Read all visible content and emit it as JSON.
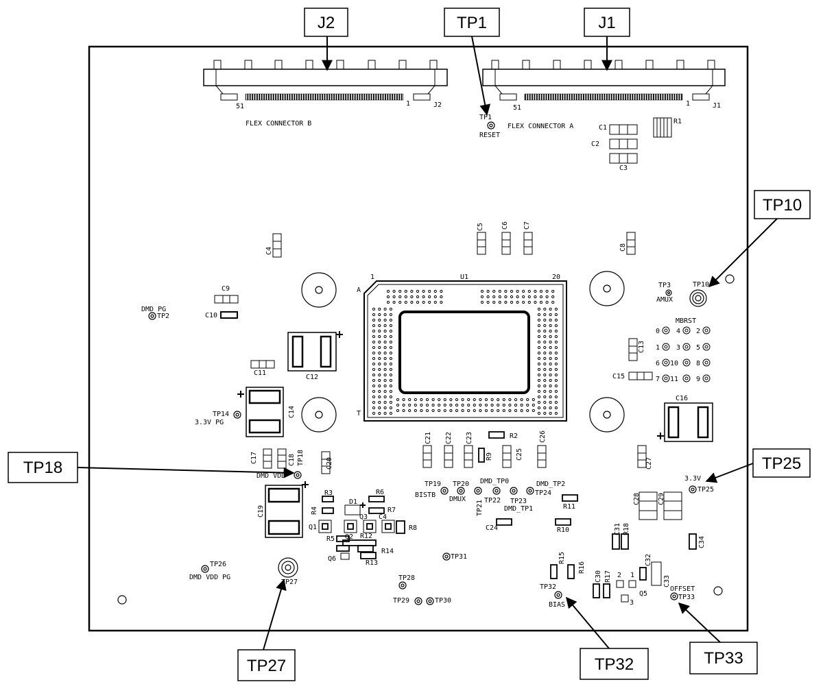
{
  "callouts": {
    "j2": "J2",
    "tp1": "TP1",
    "j1": "J1",
    "tp10": "TP10",
    "tp18": "TP18",
    "tp25": "TP25",
    "tp27": "TP27",
    "tp32": "TP32",
    "tp33": "TP33"
  },
  "connectors": {
    "flex_b": "FLEX CONNECTOR B",
    "flex_a": "FLEX CONNECTOR A",
    "b_pin_high": "51",
    "b_pin_low": "1",
    "b_ref": "J2",
    "a_pin_high": "51",
    "a_pin_low": "1",
    "a_ref": "J1"
  },
  "dmd": {
    "ref": "U1",
    "pin1": "1",
    "pin20": "20",
    "row_a": "A",
    "row_t": "T"
  },
  "mbrst": {
    "title": "MBRST",
    "labels": [
      "0",
      "4",
      "2",
      "1",
      "3",
      "5",
      "6",
      "10",
      "8",
      "7",
      "11",
      "9"
    ]
  },
  "silkscreen": [
    {
      "id": "tp1",
      "text": "TP1"
    },
    {
      "id": "reset",
      "text": "RESET"
    },
    {
      "id": "c1",
      "text": "C1"
    },
    {
      "id": "c2",
      "text": "C2"
    },
    {
      "id": "c3",
      "text": "C3"
    },
    {
      "id": "r1",
      "text": "R1"
    },
    {
      "id": "c4",
      "text": "C4"
    },
    {
      "id": "c5",
      "text": "C5"
    },
    {
      "id": "c6",
      "text": "C6"
    },
    {
      "id": "c7",
      "text": "C7"
    },
    {
      "id": "c8",
      "text": "C8"
    },
    {
      "id": "c9",
      "text": "C9"
    },
    {
      "id": "c10",
      "text": "C10"
    },
    {
      "id": "dmdpg",
      "text": "DMD PG"
    },
    {
      "id": "tp2",
      "text": "TP2"
    },
    {
      "id": "c11",
      "text": "C11"
    },
    {
      "id": "c12",
      "text": "C12"
    },
    {
      "id": "tp3",
      "text": "TP3"
    },
    {
      "id": "amux",
      "text": "AMUX"
    },
    {
      "id": "tp10s",
      "text": "TP10"
    },
    {
      "id": "c13",
      "text": "C13"
    },
    {
      "id": "c15",
      "text": "C15"
    },
    {
      "id": "c14",
      "text": "C14"
    },
    {
      "id": "tp14",
      "text": "TP14"
    },
    {
      "id": "pg33",
      "text": "3.3V PG"
    },
    {
      "id": "c16",
      "text": "C16"
    },
    {
      "id": "c17",
      "text": "C17"
    },
    {
      "id": "c18",
      "text": "C18"
    },
    {
      "id": "tp18s",
      "text": "TP18"
    },
    {
      "id": "dmdvdd",
      "text": "DMD VDD"
    },
    {
      "id": "c20",
      "text": "C20"
    },
    {
      "id": "c19",
      "text": "C19"
    },
    {
      "id": "c21",
      "text": "C21"
    },
    {
      "id": "c22",
      "text": "C22"
    },
    {
      "id": "c23",
      "text": "C23"
    },
    {
      "id": "r2",
      "text": "R2"
    },
    {
      "id": "r9",
      "text": "R9"
    },
    {
      "id": "c25",
      "text": "C25"
    },
    {
      "id": "c26",
      "text": "C26"
    },
    {
      "id": "c27",
      "text": "C27"
    },
    {
      "id": "tp19",
      "text": "TP19"
    },
    {
      "id": "tp20",
      "text": "TP20"
    },
    {
      "id": "bistb",
      "text": "BISTB"
    },
    {
      "id": "dmux",
      "text": "DMUX"
    },
    {
      "id": "tp21",
      "text": "TP21"
    },
    {
      "id": "tp22",
      "text": "TP22"
    },
    {
      "id": "dmdtp0",
      "text": "DMD_TP0"
    },
    {
      "id": "tp23",
      "text": "TP23"
    },
    {
      "id": "dmdtp1",
      "text": "DMD_TP1"
    },
    {
      "id": "dmdtp2",
      "text": "DMD_TP2"
    },
    {
      "id": "tp24",
      "text": "TP24"
    },
    {
      "id": "r11",
      "text": "R11"
    },
    {
      "id": "c24",
      "text": "C24"
    },
    {
      "id": "r10",
      "text": "R10"
    },
    {
      "id": "c28",
      "text": "C28"
    },
    {
      "id": "c29",
      "text": "C29"
    },
    {
      "id": "v33",
      "text": "3.3V"
    },
    {
      "id": "tp25s",
      "text": "TP25"
    },
    {
      "id": "c31",
      "text": "C31"
    },
    {
      "id": "r18",
      "text": "R18"
    },
    {
      "id": "c34",
      "text": "C34"
    },
    {
      "id": "r3",
      "text": "R3"
    },
    {
      "id": "r4",
      "text": "R4"
    },
    {
      "id": "d1",
      "text": "D1"
    },
    {
      "id": "r6",
      "text": "R6"
    },
    {
      "id": "r7",
      "text": "R7"
    },
    {
      "id": "q1",
      "text": "Q1"
    },
    {
      "id": "q3",
      "text": "Q3"
    },
    {
      "id": "c4b",
      "text": "C4"
    },
    {
      "id": "r8",
      "text": "R8"
    },
    {
      "id": "r5",
      "text": "R5"
    },
    {
      "id": "q2",
      "text": "Q2"
    },
    {
      "id": "r12",
      "text": "R12"
    },
    {
      "id": "r14",
      "text": "R14"
    },
    {
      "id": "q6",
      "text": "Q6"
    },
    {
      "id": "r13",
      "text": "R13"
    },
    {
      "id": "tp31",
      "text": "TP31"
    },
    {
      "id": "tp26",
      "text": "TP26"
    },
    {
      "id": "dmdvddpg",
      "text": "DMD VDD PG"
    },
    {
      "id": "tp27s",
      "text": "TP27"
    },
    {
      "id": "tp28",
      "text": "TP28"
    },
    {
      "id": "tp29",
      "text": "TP29"
    },
    {
      "id": "tp30",
      "text": "TP30"
    },
    {
      "id": "r15",
      "text": "R15"
    },
    {
      "id": "r16",
      "text": "R16"
    },
    {
      "id": "tp32s",
      "text": "TP32"
    },
    {
      "id": "bias",
      "text": "BIAS"
    },
    {
      "id": "c30",
      "text": "C30"
    },
    {
      "id": "r17",
      "text": "R17"
    },
    {
      "id": "q5n2",
      "text": "2"
    },
    {
      "id": "q5n1",
      "text": "1"
    },
    {
      "id": "q5n3",
      "text": "3"
    },
    {
      "id": "q5",
      "text": "Q5"
    },
    {
      "id": "c32",
      "text": "C32"
    },
    {
      "id": "c33",
      "text": "C33"
    },
    {
      "id": "offset",
      "text": "OFFSET"
    },
    {
      "id": "tp33s",
      "text": "TP33"
    }
  ]
}
